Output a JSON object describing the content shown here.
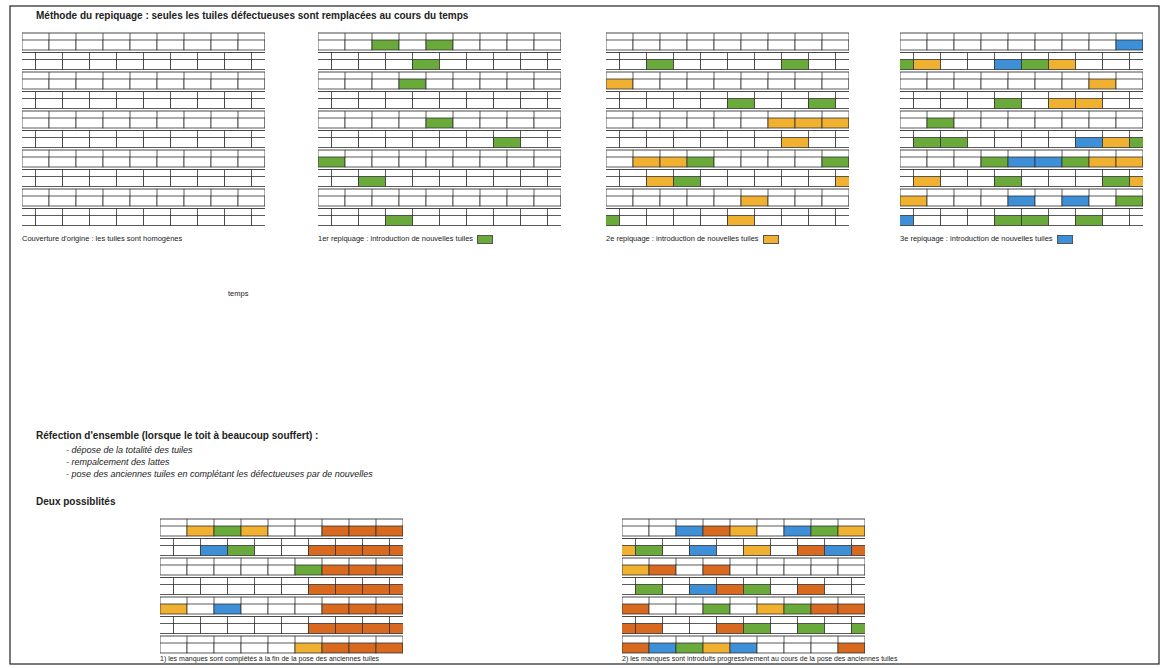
{
  "diagram": {
    "title": "Méthode du repiquage : seules les tuiles défectueuses sont remplacées au cours du temps",
    "labels": [
      "Couverture d'origine : les tuiles sont homogènes",
      "temps",
      "Réfection d'ensemble (lorsque le toit à beaucoup souffert) :",
      "- dépose de la totalité des tuiles",
      "- rempalcement des lattes",
      "- pose des anciennes tuiles en complétant les défectueuses par de nouvelles",
      "Deux possiblités",
      "1) les manques sont complétés à la fin de la pose des anciennes tuiles",
      "2) les manques sont introduits progressivement au cours de la pose des anciennes tuiles"
    ],
    "legend": [
      {
        "text": "1er repiquage : introduction de nouvelles tuiles",
        "color": "#6aaa3a"
      },
      {
        "text": "2e repiquage : introduction de nouvelles tuiles",
        "color": "#f0b030"
      },
      {
        "text": "3e repiquage : introduction de nouvelles tuiles",
        "color": "#3d8fd8"
      }
    ]
  }
}
